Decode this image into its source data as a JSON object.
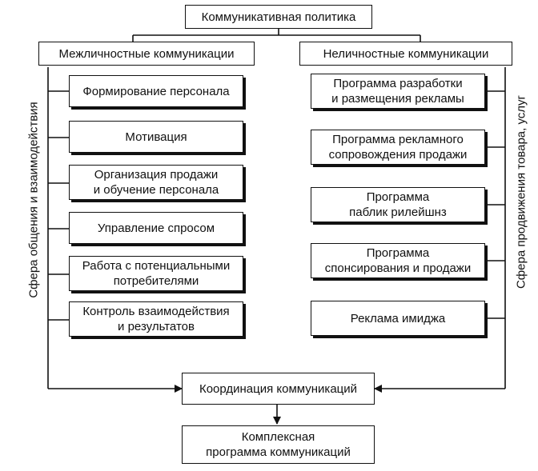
{
  "title": "Коммуникативная политика",
  "left_header": "Межличностные коммуникации",
  "right_header": "Неличностные коммуникации",
  "left_side_label": "Сфера общения и взаимодействия",
  "right_side_label": "Сфера продвижения товара, услуг",
  "left_items": [
    "Формирование персонала",
    "Мотивация",
    "Организация продажи\nи обучение персонала",
    "Управление спросом",
    "Работа с потенциальными\nпотребителями",
    "Контроль взаимодействия\nи результатов"
  ],
  "right_items": [
    "Программа разработки\nи размещения рекламы",
    "Программа рекламного\nсопровождения продажи",
    "Программа\nпаблик рилейшнз",
    "Программа\nспонсирования и продажи",
    "Реклама имиджа"
  ],
  "coordination": "Координация коммуникаций",
  "complex_program": "Комплексная\nпрограмма коммуникаций"
}
